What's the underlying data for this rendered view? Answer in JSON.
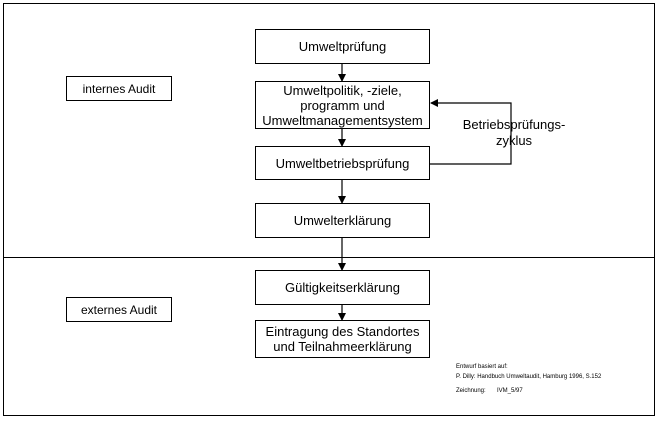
{
  "sections": {
    "internal_label": "internes Audit",
    "external_label": "externes Audit"
  },
  "steps": {
    "step1": "Umweltprüfung",
    "step2": "Umweltpolitik, -ziele,\nprogramm und\nUmweltmanagementsystem",
    "step3": "Umweltbetriebsprüfung",
    "step4": "Umwelterklärung",
    "step5": "Gültigkeitserklärung",
    "step6": "Eintragung des Standortes\nund Teilnahmeerklärung"
  },
  "cycle": {
    "label": "Betriebsprüfungs-\nzyklus"
  },
  "notes": {
    "line1": "Entwurf basiert auf:",
    "line2": "P. Dilly: Handbuch Umweltaudit, Hamburg 1996, S.152",
    "line3_key": "Zeichnung:",
    "line3_value": "IVM_5/97"
  }
}
